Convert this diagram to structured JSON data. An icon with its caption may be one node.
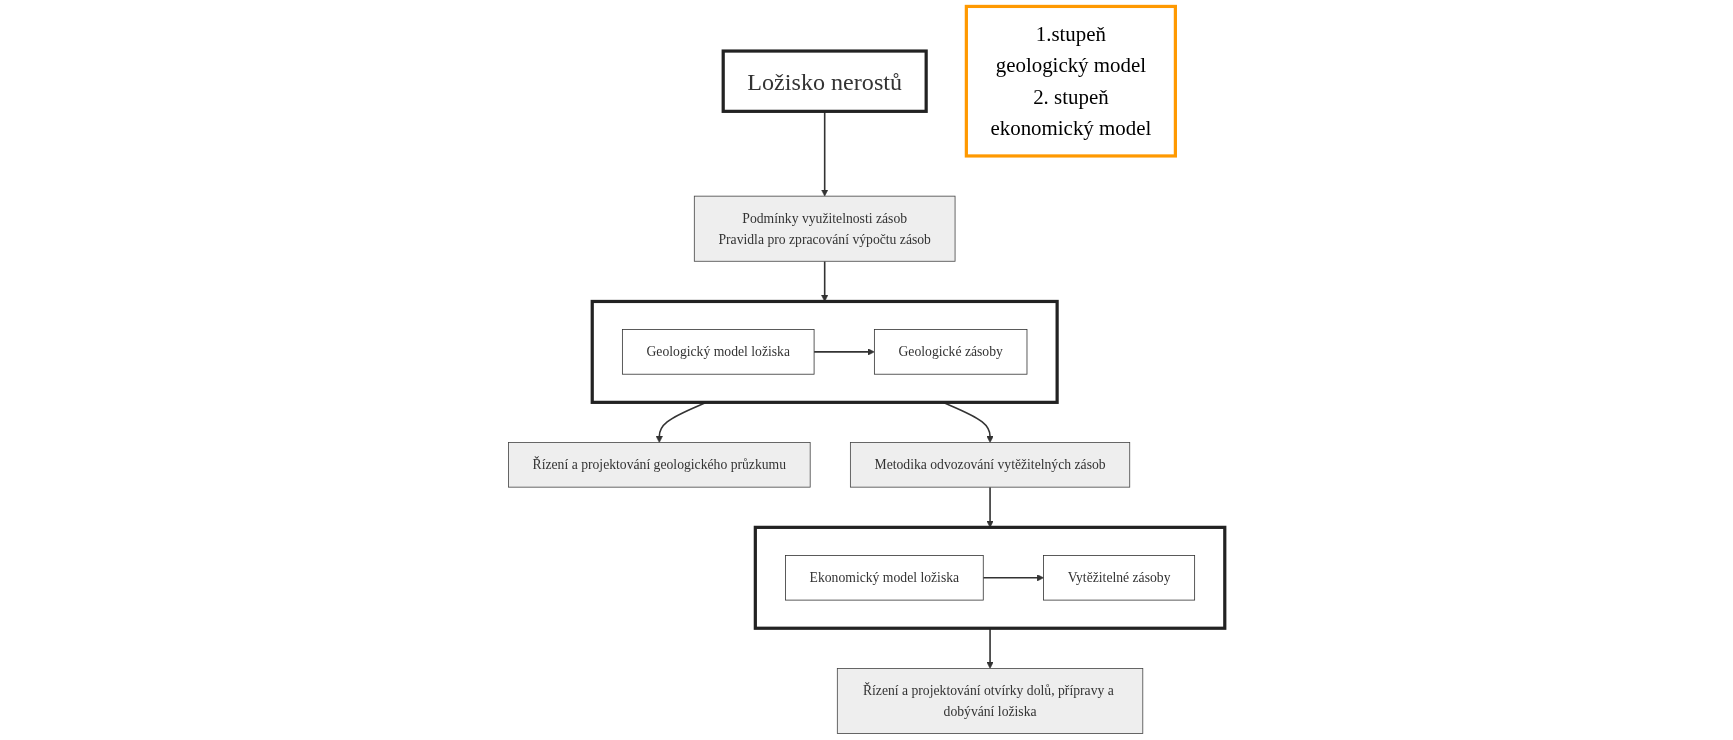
{
  "diagram": {
    "nodes": [
      {
        "text": [
          "Ložisko nerostů"
        ]
      },
      {
        "text": [
          "Podmínky využitelnosti zásob",
          "Pravidla pro zpracování výpočtu zásob"
        ]
      },
      {
        "text": [],
        "shape": "box"
      },
      {
        "text": [
          "Geologický model ložiska"
        ],
        "in": 2
      },
      {
        "text": [
          "Geologické zásoby"
        ],
        "in": 2
      },
      {
        "text": [
          "Řízení a projektování geologického průzkumu"
        ]
      },
      {
        "text": [
          "Metodika odvozování vytěžitelných zásob"
        ]
      },
      {
        "text": [],
        "shape": "box"
      },
      {
        "text": [
          "Ekonomický model ložiska"
        ],
        "in": 7
      },
      {
        "text": [
          "Vytěžitelné zásoby"
        ],
        "in": 7
      },
      {
        "text": [
          "Řízení a projektování otvírky dolů, přípravy a dobývání ložiska"
        ]
      },
      {
        "text": [
          "1.stupeň",
          "geologický model",
          "2. stupeň",
          "ekonomický model"
        ]
      }
    ],
    "edges": [
      {
        "from": 0,
        "to": 1,
        "arrow": "to"
      },
      {
        "from": 1,
        "to": 2,
        "arrow": "to"
      },
      {
        "from": 3,
        "to": 4,
        "arrow": "to"
      },
      {
        "from": 2,
        "to": 5,
        "arrow": "to"
      },
      {
        "from": 2,
        "to": 6,
        "arrow": "to"
      },
      {
        "from": 6,
        "to": 7,
        "arrow": "to"
      },
      {
        "from": 8,
        "to": 9,
        "arrow": "to"
      },
      {
        "from": 7,
        "to": 10,
        "arrow": "to"
      }
    ]
  }
}
